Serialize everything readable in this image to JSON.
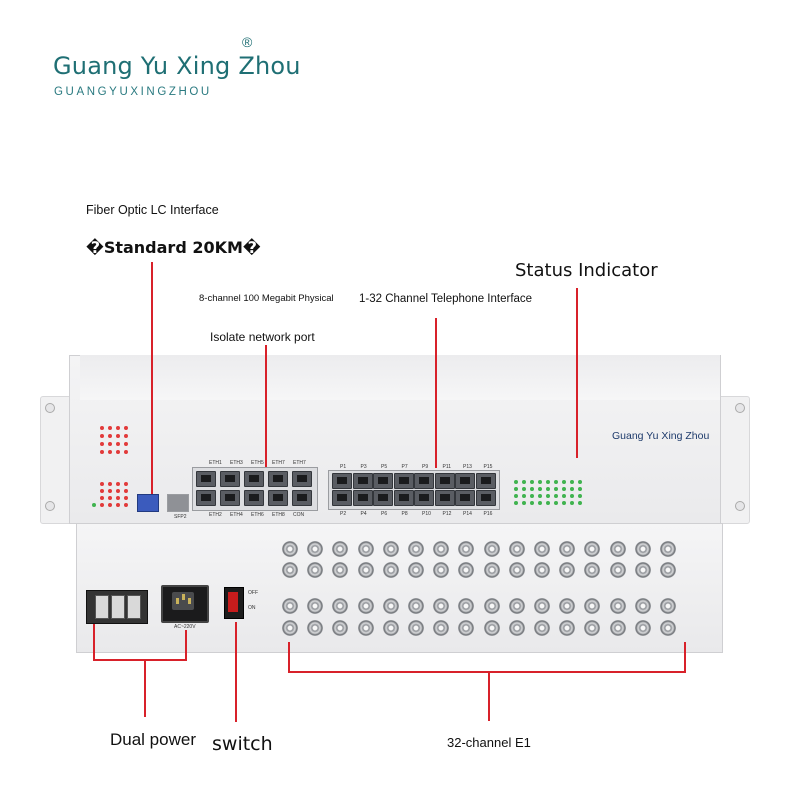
{
  "brand": {
    "name": "Guang Yu Xing Zhou",
    "registered": "®",
    "subtitle": "GUANGYUXINGZHOU"
  },
  "labels": {
    "fiber": "Fiber Optic LC Interface",
    "standard": "�Standard 20KM�",
    "status": "Status Indicator",
    "network_line1": "8-channel 100 Megabit Physical",
    "network_line2": "Isolate network port",
    "telephone": "1-32 Channel Telephone Interface",
    "dual_power": "Dual power",
    "switch": "switch",
    "e1": "32-channel E1"
  },
  "device": {
    "front_brand": "Guang Yu Xing Zhou",
    "eth_top": [
      "ETH1",
      "ETH3",
      "ETH5",
      "ETH7",
      "ETH7"
    ],
    "eth_bottom": [
      "ETH2",
      "ETH4",
      "ETH6",
      "ETH8",
      "CON"
    ],
    "p_top": [
      "P1",
      "P3",
      "P5",
      "P7",
      "P9",
      "P11",
      "P13",
      "P15"
    ],
    "p_bottom": [
      "P2",
      "P4",
      "P6",
      "P8",
      "P10",
      "P12",
      "P14",
      "P16"
    ],
    "sfp_label": "SFP2",
    "ac_label": "AC~220V",
    "switch_off": "OFF",
    "switch_on": "ON"
  },
  "colors": {
    "brand": "#1f6f74",
    "callout_line": "#d8212a",
    "led_red": "#e23a3a",
    "led_green": "#3fb34f"
  }
}
